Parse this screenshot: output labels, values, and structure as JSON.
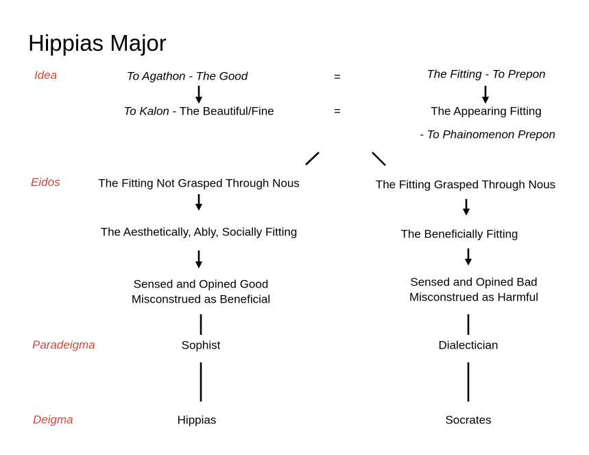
{
  "title": "Hippias Major",
  "levels": {
    "idea": "Idea",
    "eidos": "Eidos",
    "paradeigma": "Paradeigma",
    "deigma": "Deigma"
  },
  "idea": {
    "left_top": "To Agathon - The Good",
    "left_bottom_italic": "To Kalon",
    "left_bottom_rest": " - The Beautiful/Fine",
    "equals": "=",
    "right_top": "The Fitting - To Prepon",
    "right_bottom": "The Appearing Fitting",
    "right_sub": "- To Phainomenon Prepon"
  },
  "left": {
    "eidos": "The Fitting Not Grasped Through Nous",
    "mode": "The Aesthetically, Ably, Socially Fitting",
    "judgment_1": "Sensed and Opined Good",
    "judgment_2": "Misconstrued as Beneficial",
    "paradeigma": "Sophist",
    "deigma": "Hippias"
  },
  "right": {
    "eidos": "The Fitting Grasped Through Nous",
    "mode": "The Beneficially Fitting",
    "judgment_1": "Sensed and Opined Bad",
    "judgment_2": "Misconstrued as Harmful",
    "paradeigma": "Dialectician",
    "deigma": "Socrates"
  },
  "colors": {
    "label": "#d1463d"
  }
}
